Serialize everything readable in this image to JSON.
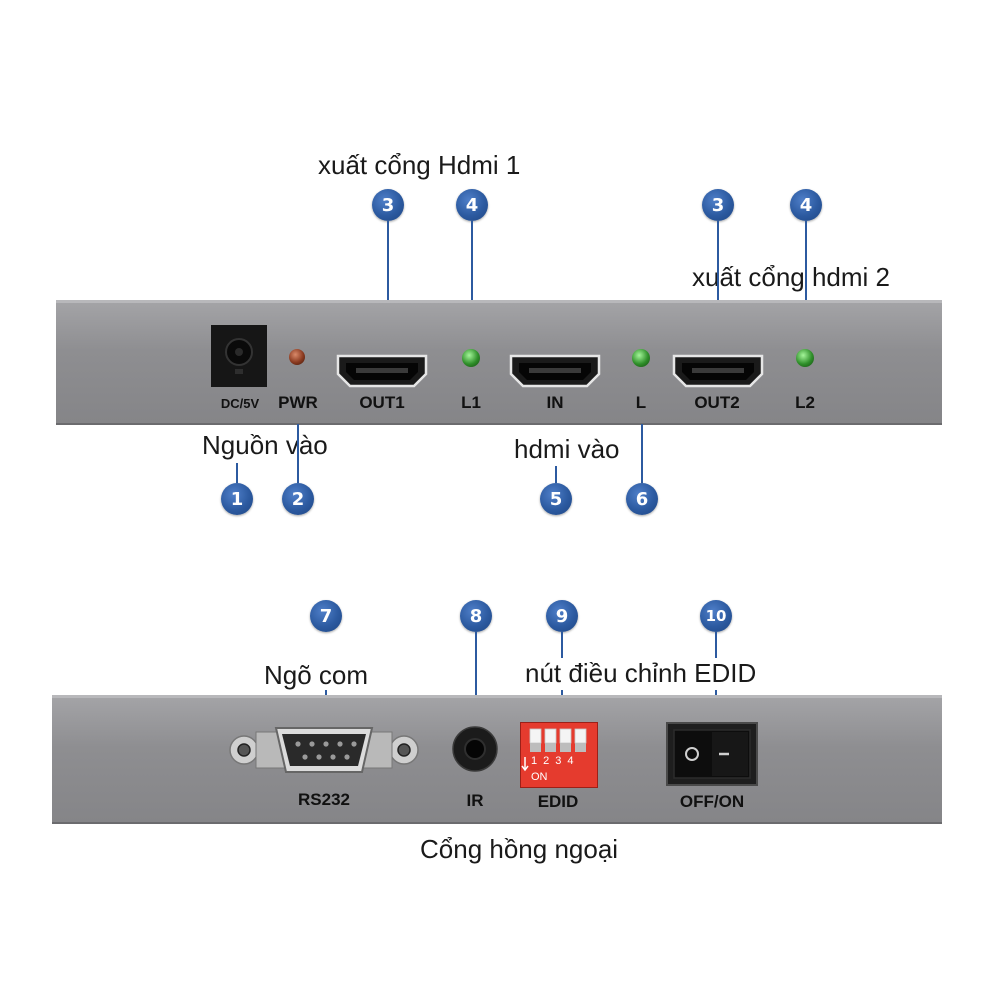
{
  "top_panel": {
    "ports": [
      {
        "id": "dc",
        "label": "DC/5V"
      },
      {
        "id": "pwr",
        "label": "PWR"
      },
      {
        "id": "out1",
        "label": "OUT1"
      },
      {
        "id": "l1",
        "label": "L1"
      },
      {
        "id": "in",
        "label": "IN"
      },
      {
        "id": "l",
        "label": "L"
      },
      {
        "id": "out2",
        "label": "OUT2"
      },
      {
        "id": "l2",
        "label": "L2"
      }
    ]
  },
  "bottom_panel": {
    "ports": [
      {
        "id": "rs232",
        "label": "RS232"
      },
      {
        "id": "ir",
        "label": "IR"
      },
      {
        "id": "edid",
        "label": "EDID"
      },
      {
        "id": "switch",
        "label": "OFF/ON"
      }
    ],
    "dip": {
      "numbers": [
        "1",
        "2",
        "3",
        "4"
      ],
      "on_label": "ON"
    }
  },
  "callouts": [
    {
      "number": "1"
    },
    {
      "number": "2"
    },
    {
      "number": "3"
    },
    {
      "number": "3"
    },
    {
      "number": "4"
    },
    {
      "number": "4"
    },
    {
      "number": "5"
    },
    {
      "number": "6"
    },
    {
      "number": "7"
    },
    {
      "number": "8"
    },
    {
      "number": "9"
    },
    {
      "number": "10"
    }
  ],
  "captions": {
    "out1": "xuất cổng Hdmi 1",
    "out2": "xuất cổng hdmi 2",
    "power": "Nguồn vào",
    "hdmi_in": "hdmi vào",
    "com": "Ngõ com",
    "edid": "nút điều chỉnh EDID",
    "ir": "Cổng hồng ngoại"
  },
  "colors": {
    "callout": "#2c5aa0",
    "panel": "#8e8e91",
    "led_green": "#2f8f2a",
    "led_red": "#8a3a20"
  },
  "icons": [
    "hdmi-port-icon",
    "dc-jack-icon",
    "led-icon",
    "db9-connector-icon",
    "audio-jack-icon",
    "dip-switch-icon",
    "rocker-switch-icon"
  ]
}
